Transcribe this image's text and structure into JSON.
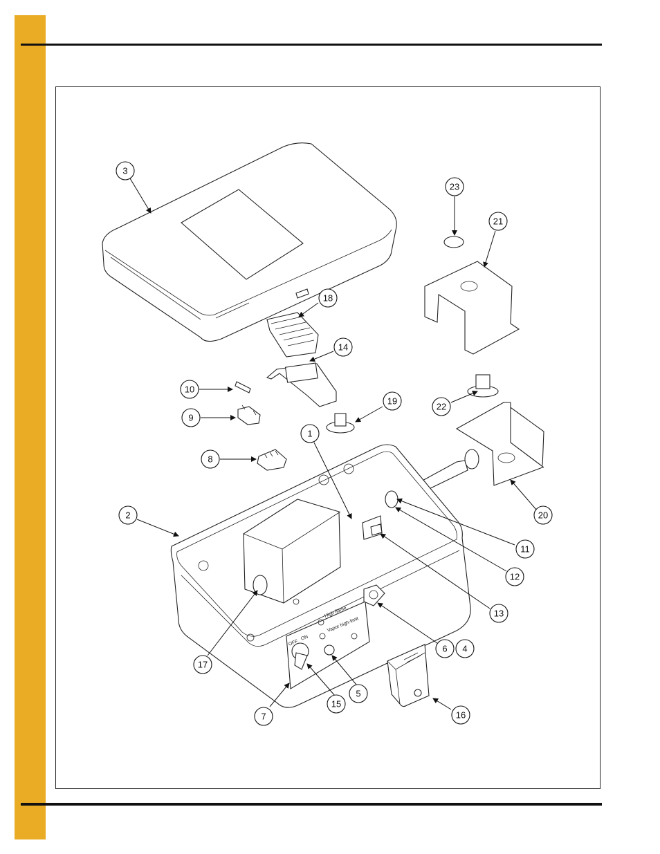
{
  "callouts": [
    {
      "id": "1",
      "label": "1"
    },
    {
      "id": "2",
      "label": "2"
    },
    {
      "id": "3",
      "label": "3"
    },
    {
      "id": "4",
      "label": "4"
    },
    {
      "id": "5",
      "label": "5"
    },
    {
      "id": "6",
      "label": "6"
    },
    {
      "id": "7",
      "label": "7"
    },
    {
      "id": "8",
      "label": "8"
    },
    {
      "id": "9",
      "label": "9"
    },
    {
      "id": "10",
      "label": "10"
    },
    {
      "id": "11",
      "label": "11"
    },
    {
      "id": "12",
      "label": "12"
    },
    {
      "id": "13",
      "label": "13"
    },
    {
      "id": "14",
      "label": "14"
    },
    {
      "id": "15",
      "label": "15"
    },
    {
      "id": "16",
      "label": "16"
    },
    {
      "id": "17",
      "label": "17"
    },
    {
      "id": "18",
      "label": "18"
    },
    {
      "id": "19",
      "label": "19"
    },
    {
      "id": "20",
      "label": "20"
    },
    {
      "id": "21",
      "label": "21"
    },
    {
      "id": "22",
      "label": "22"
    },
    {
      "id": "23",
      "label": "23"
    }
  ],
  "panel_labels": {
    "high_flame": "High flame",
    "vapor_high_limit": "Vapor high-limit",
    "off": "OFF",
    "on": "ON"
  },
  "colors": {
    "side_tab": "#e9ac24",
    "rule": "#111111"
  }
}
